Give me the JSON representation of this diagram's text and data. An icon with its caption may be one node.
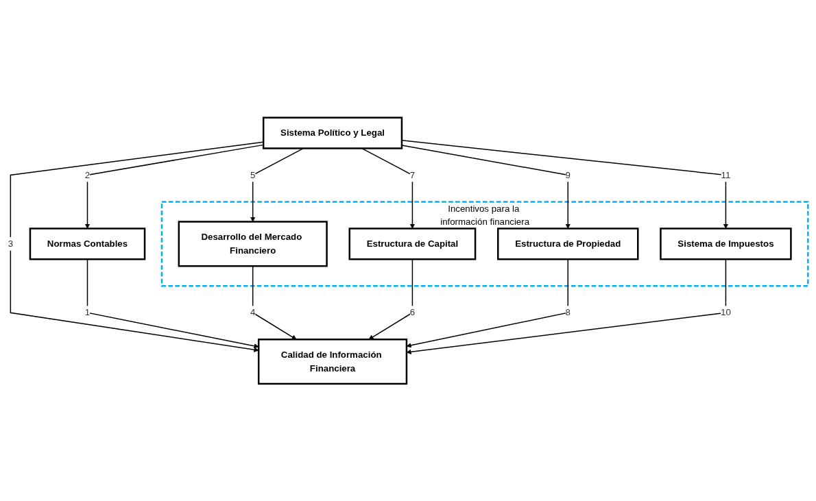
{
  "diagram": {
    "nodes": [
      {
        "text": [
          "Sistema Político y Legal"
        ]
      },
      {
        "text": [
          "Incentivos para la información financiera"
        ]
      },
      {
        "text": [
          "Normas Contables"
        ]
      },
      {
        "text": [
          "Desarrollo del Mercado Financiero"
        ],
        "in": 1
      },
      {
        "text": [
          "Estructura de Capital"
        ],
        "in": 1
      },
      {
        "text": [
          "Estructura de Propiedad"
        ],
        "in": 1
      },
      {
        "text": [
          "Sistema de Impuestos"
        ],
        "in": 1
      },
      {
        "text": [
          "Calidad de Información Financiera"
        ]
      }
    ],
    "edges": [
      {
        "from": 0,
        "to": 2,
        "arrow": "to",
        "label": "2"
      },
      {
        "from": 0,
        "to": 7,
        "arrow": "to",
        "label": "3"
      },
      {
        "from": 0,
        "to": 3,
        "arrow": "to",
        "label": "5"
      },
      {
        "from": 0,
        "to": 4,
        "arrow": "to",
        "label": "7"
      },
      {
        "from": 0,
        "to": 5,
        "arrow": "to",
        "label": "9"
      },
      {
        "from": 0,
        "to": 6,
        "arrow": "to",
        "label": "11"
      },
      {
        "from": 2,
        "to": 7,
        "arrow": "to",
        "label": "1"
      },
      {
        "from": 3,
        "to": 7,
        "arrow": "to",
        "label": "4"
      },
      {
        "from": 4,
        "to": 7,
        "arrow": "to",
        "label": "6"
      },
      {
        "from": 5,
        "to": 7,
        "arrow": "to",
        "label": "8"
      },
      {
        "from": 6,
        "to": 7,
        "arrow": "to",
        "label": "10"
      }
    ]
  }
}
